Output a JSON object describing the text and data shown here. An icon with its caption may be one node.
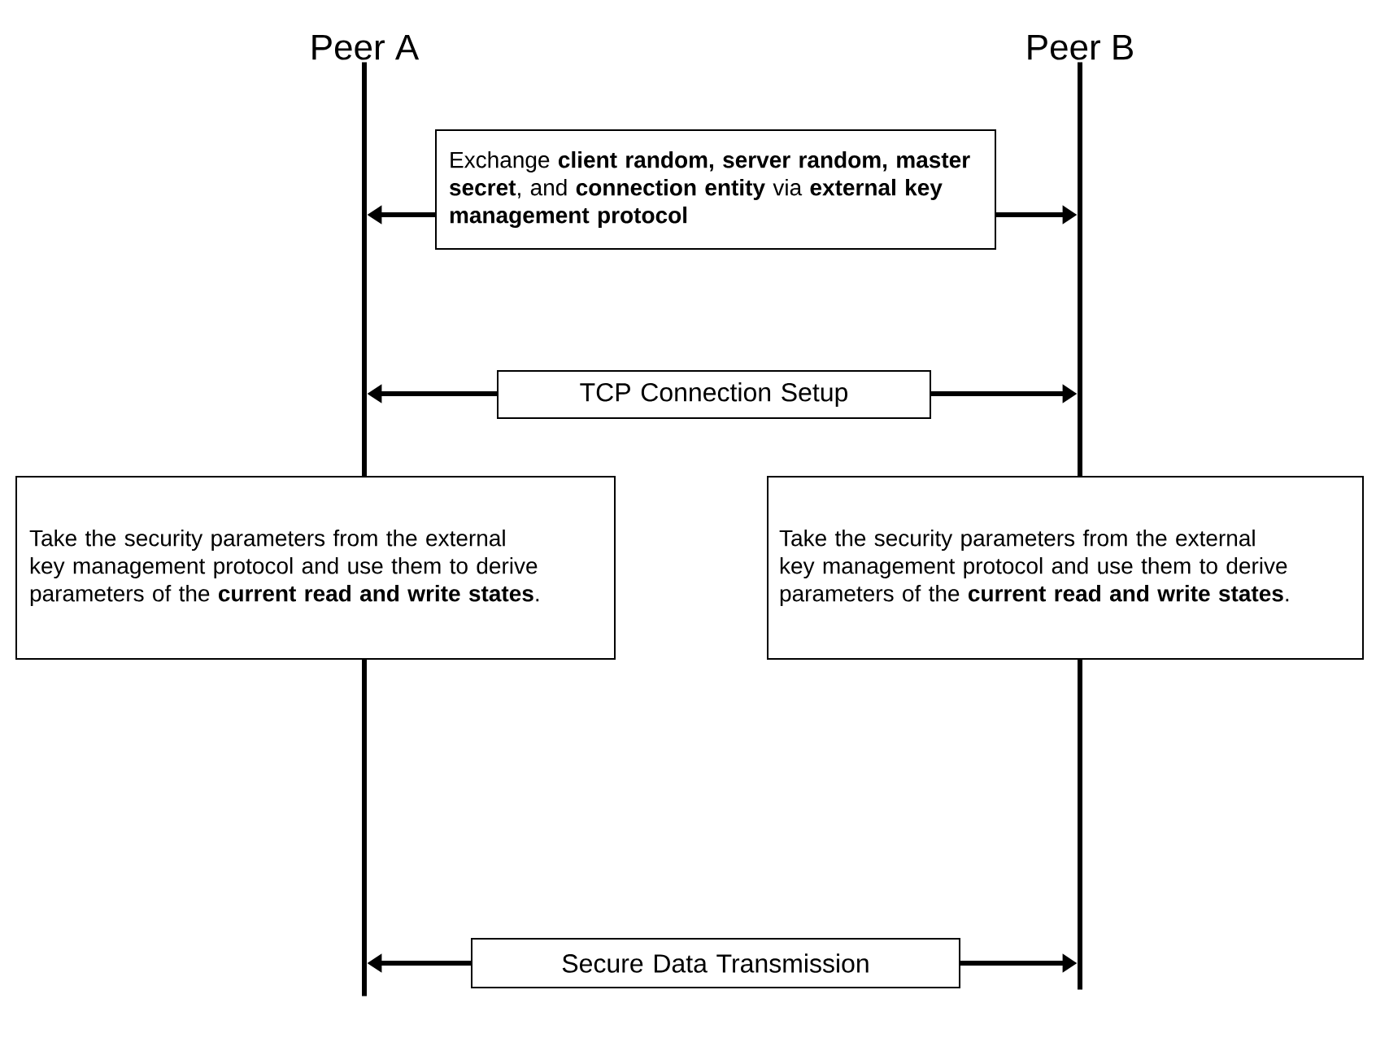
{
  "diagram": {
    "nodes": [
      {
        "text": [
          "Peer A"
        ]
      },
      {
        "text": [
          "Peer B"
        ]
      },
      {
        "text": [
          "Exchange **client random, server random, master secret**, and **connection entity** via **external key management protocol**"
        ]
      },
      {
        "text": [
          "TCP Connection Setup"
        ]
      },
      {
        "text": [
          "Take the security parameters from the external key management protocol and use them to derive parameters of the **current read and write states**."
        ]
      },
      {
        "text": [
          "Take the security parameters from the external key management protocol and use them to derive parameters of the **current read and write states**."
        ]
      },
      {
        "text": [
          "Secure Data Transmission"
        ]
      }
    ],
    "edges": [
      {
        "from": 2,
        "to": 0,
        "arrow": "to"
      },
      {
        "from": 2,
        "to": 1,
        "arrow": "to"
      },
      {
        "from": 3,
        "to": 0,
        "arrow": "to"
      },
      {
        "from": 3,
        "to": 1,
        "arrow": "to"
      },
      {
        "from": 6,
        "to": 0,
        "arrow": "to"
      },
      {
        "from": 6,
        "to": 1,
        "arrow": "to"
      }
    ]
  }
}
